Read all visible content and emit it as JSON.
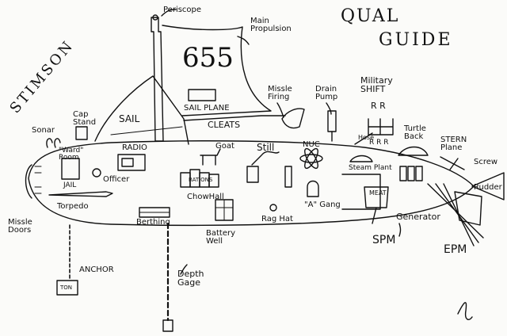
{
  "header": {
    "title_line1": "QUAL",
    "title_line2": "GUIDE",
    "author": "STIMSON"
  },
  "hull_number": "655",
  "labels": {
    "periscope": "Periscope",
    "main_propulsion": "Main Propulsion",
    "sail": "SAIL",
    "sail_plane": "SAIL PLANE",
    "missile_firing": "Missle Firing",
    "drain_pump": "Drain Pump",
    "military_shift": "Military SHIFT",
    "shift_top": "R R",
    "shift_bottom": "R R R",
    "sonar": "Sonar",
    "cap_stand": "Cap Stand",
    "cleats": "CLEATS",
    "radio": "RADIO",
    "goat": "Goat",
    "still": "Still",
    "nuc": "NUC",
    "turtle_back": "Turtle Back",
    "stern_plane": "STERN Plane",
    "screw": "Screw",
    "wardroom": "\"Ward\" Room",
    "jail": "JAIL",
    "officer": "Officer",
    "torpedo": "Torpedo",
    "chow_hall": "ChowHall",
    "rations": "RATIONS",
    "hose": "Hose",
    "steam_plant": "Steam Plant",
    "rudder": "Rudder",
    "a_gang": "\"A\" Gang",
    "rag_hat": "Rag Hat",
    "generator": "Generator",
    "berthing": "Berthing",
    "battery_well": "Battery Well",
    "spm": "SPM",
    "epm": "EPM",
    "missile_doors": "Missle Doors",
    "anchor": "ANCHOR",
    "anchor_weight": "TON",
    "depth_gage": "Depth Gage",
    "meat": "MEAT"
  }
}
